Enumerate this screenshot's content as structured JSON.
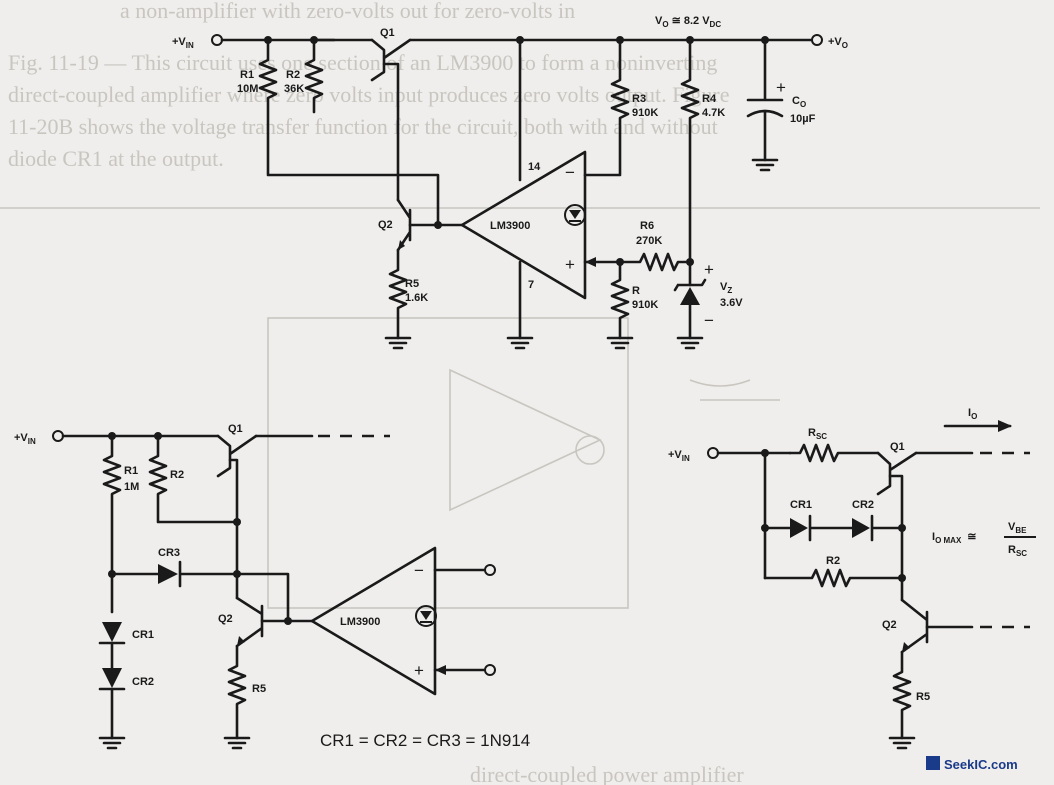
{
  "background_text": {
    "line0": "a non-amplifier with zero-volts out for zero-volts in",
    "line1": "Fig. 11-19 — This circuit uses one section of an LM3900 to form a noninverting",
    "line2": "direct-coupled amplifier where zero volts input produces zero volts output. Figure",
    "line3": "11-20B shows the voltage transfer function for the circuit, both with and without",
    "line4": "diode CR1 at the output.",
    "line5": "direct-coupled power amplifier"
  },
  "circuit_a": {
    "vin": "+V",
    "vin_sub": "IN",
    "vo": "+V",
    "vo_sub": "O",
    "vo_note_main": "V",
    "vo_note_sub": "O",
    "vo_note_val": "≅ 8.2 V",
    "vo_note_unit": "DC",
    "q1": "Q1",
    "q2": "Q2",
    "r1": "R1",
    "r1v": "10M",
    "r2": "R2",
    "r2v": "36K",
    "r3": "R3",
    "r3v": "910K",
    "r4": "R4",
    "r4v": "4.7K",
    "r5": "R5",
    "r5v": "1.6K",
    "r6": "R6",
    "r6v": "270K",
    "r": "R",
    "rv": "910K",
    "co": "C",
    "co_sub": "O",
    "cov": "10µF",
    "vz": "V",
    "vz_sub": "Z",
    "vzv": "3.6V",
    "opamp": "LM3900",
    "pin14": "14",
    "pin7": "7",
    "minus": "−",
    "plus": "+"
  },
  "circuit_b": {
    "vin": "+V",
    "vin_sub": "IN",
    "q1": "Q1",
    "q2": "Q2",
    "r1": "R1",
    "r1v": "1M",
    "r2": "R2",
    "r5": "R5",
    "cr1": "CR1",
    "cr2": "CR2",
    "cr3": "CR3",
    "opamp": "LM3900",
    "minus": "−",
    "plus": "+",
    "note": "CR1 = CR2 = CR3 = 1N914"
  },
  "circuit_c": {
    "vin": "+V",
    "vin_sub": "IN",
    "io": "I",
    "io_sub": "O",
    "rsc": "R",
    "rsc_sub": "SC",
    "q1": "Q1",
    "q2": "Q2",
    "cr1": "CR1",
    "cr2": "CR2",
    "r2": "R2",
    "r5": "R5",
    "iomax_main": "I",
    "iomax_sub": "O MAX",
    "approx": "≅",
    "num_main": "V",
    "num_sub": "BE",
    "den_main": "R",
    "den_sub": "SC"
  },
  "watermark": "SeekIC.com",
  "colors": {
    "paper": "#efeeec",
    "ink": "#1a1a1a",
    "watermark": "#1a3a8a"
  }
}
